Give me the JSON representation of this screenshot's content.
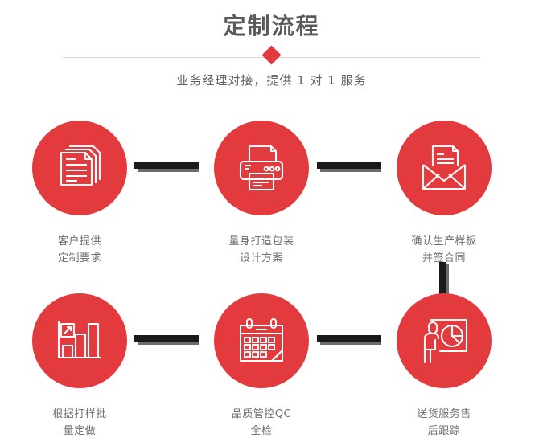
{
  "header": {
    "title": "定制流程",
    "subtitle": "业务经理对接，提供 1 对 1 服务",
    "divider_icon": "diamond-icon"
  },
  "colors": {
    "brand_red": "#e33a3e",
    "diamond_red": "#e03a3e",
    "title_gray": "#58595b",
    "label_gray": "#6d6e70",
    "connector_black": "#1a1a1a",
    "connector_gray": "#6b6c6e",
    "divider_gray": "#d6d6d6"
  },
  "steps": [
    {
      "index": "1",
      "icon": "documents-stack-icon",
      "label": "客户提供\n定制要求"
    },
    {
      "index": "2",
      "icon": "printer-icon",
      "label": "量身打造包装\n设计方案"
    },
    {
      "index": "3",
      "icon": "envelope-document-icon",
      "label": "确认生产样板\n并签合同"
    },
    {
      "index": "4",
      "icon": "bar-chart-growth-icon",
      "label": "根据打样批\n量定做"
    },
    {
      "index": "5",
      "icon": "calendar-icon",
      "label": "品质管控QC\n全检"
    },
    {
      "index": "6",
      "icon": "presenter-pie-chart-icon",
      "label": "送货服务售\n后跟踪"
    }
  ],
  "connectors": [
    {
      "name": "connector-step1-step2",
      "direction": "horizontal"
    },
    {
      "name": "connector-step2-step3",
      "direction": "horizontal"
    },
    {
      "name": "connector-step3-step6",
      "direction": "vertical"
    },
    {
      "name": "connector-step4-step5",
      "direction": "horizontal"
    },
    {
      "name": "connector-step5-step6",
      "direction": "horizontal"
    }
  ]
}
